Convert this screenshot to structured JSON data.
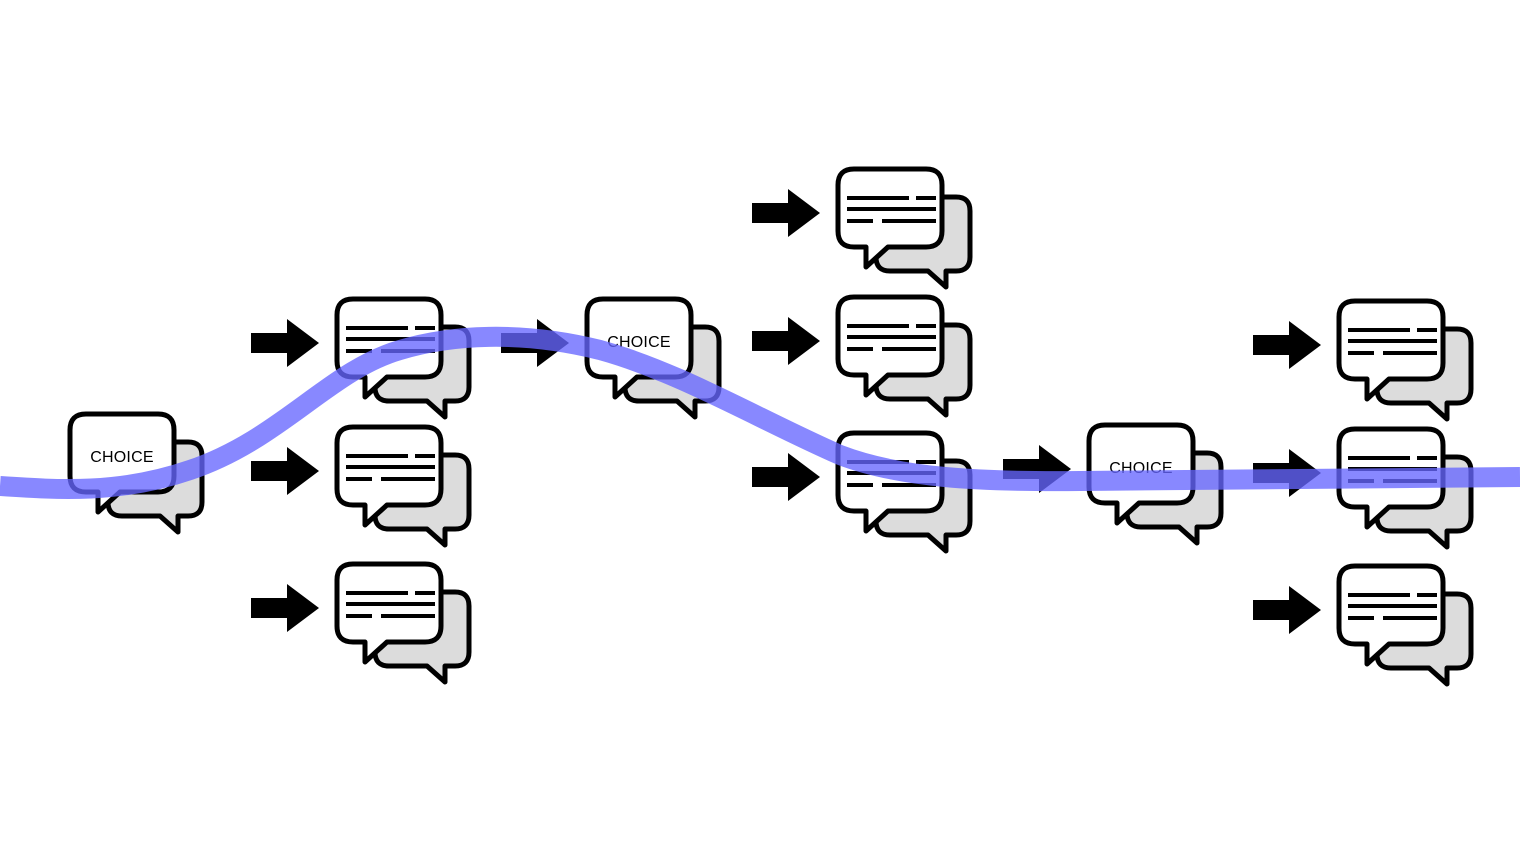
{
  "diagram": {
    "title": "",
    "colors": {
      "path": "#6666ff",
      "bubble_front": "#ffffff",
      "bubble_back": "#dcdcdc",
      "stroke": "#000000",
      "arrow": "#000000"
    },
    "nodes": [
      {
        "id": "choice-1",
        "type": "choice",
        "label": "CHOICE"
      },
      {
        "id": "dialogue-1a",
        "type": "dialogue",
        "label": ""
      },
      {
        "id": "dialogue-1b",
        "type": "dialogue",
        "label": ""
      },
      {
        "id": "dialogue-1c",
        "type": "dialogue",
        "label": ""
      },
      {
        "id": "choice-2",
        "type": "choice",
        "label": "CHOICE"
      },
      {
        "id": "dialogue-2a",
        "type": "dialogue",
        "label": ""
      },
      {
        "id": "dialogue-2b",
        "type": "dialogue",
        "label": ""
      },
      {
        "id": "dialogue-2c",
        "type": "dialogue",
        "label": ""
      },
      {
        "id": "choice-3",
        "type": "choice",
        "label": "CHOICE"
      },
      {
        "id": "dialogue-3a",
        "type": "dialogue",
        "label": ""
      },
      {
        "id": "dialogue-3b",
        "type": "dialogue",
        "label": ""
      },
      {
        "id": "dialogue-3c",
        "type": "dialogue",
        "label": ""
      }
    ],
    "edges": [
      {
        "from": "choice-1",
        "to": "dialogue-1a"
      },
      {
        "from": "choice-1",
        "to": "dialogue-1b"
      },
      {
        "from": "choice-1",
        "to": "dialogue-1c"
      },
      {
        "from": "dialogue-1a",
        "to": "choice-2"
      },
      {
        "from": "choice-2",
        "to": "dialogue-2a"
      },
      {
        "from": "choice-2",
        "to": "dialogue-2b"
      },
      {
        "from": "choice-2",
        "to": "dialogue-2c"
      },
      {
        "from": "dialogue-2c",
        "to": "choice-3"
      },
      {
        "from": "choice-3",
        "to": "dialogue-3a"
      },
      {
        "from": "choice-3",
        "to": "dialogue-3b"
      },
      {
        "from": "choice-3",
        "to": "dialogue-3c"
      }
    ],
    "highlighted_path": [
      "choice-1",
      "dialogue-1a",
      "choice-2",
      "dialogue-2c",
      "choice-3",
      "dialogue-3b"
    ]
  }
}
